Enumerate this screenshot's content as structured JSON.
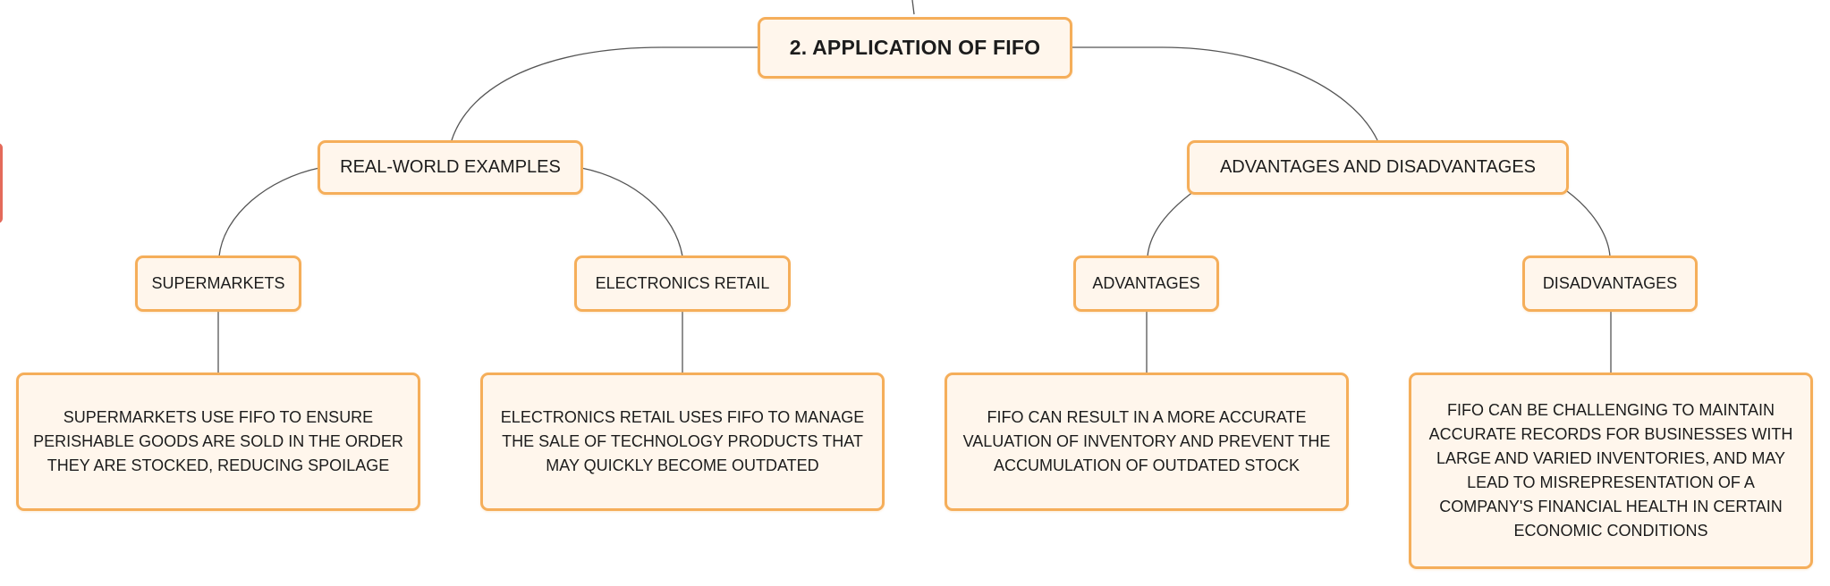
{
  "diagram": {
    "root": {
      "label": "2. APPLICATION OF FIFO"
    },
    "branches": [
      {
        "label": "REAL-WORLD EXAMPLES",
        "children": [
          {
            "label": "SUPERMARKETS",
            "detail": "SUPERMARKETS USE FIFO TO ENSURE PERISHABLE GOODS ARE SOLD IN THE ORDER THEY ARE STOCKED, REDUCING SPOILAGE"
          },
          {
            "label": "ELECTRONICS RETAIL",
            "detail": "ELECTRONICS RETAIL USES FIFO TO MANAGE THE SALE OF TECHNOLOGY PRODUCTS THAT MAY QUICKLY BECOME OUTDATED"
          }
        ]
      },
      {
        "label": "ADVANTAGES AND DISADVANTAGES",
        "children": [
          {
            "label": "ADVANTAGES",
            "detail": "FIFO CAN RESULT IN A MORE ACCURATE VALUATION OF INVENTORY AND PREVENT THE ACCUMULATION OF OUTDATED STOCK"
          },
          {
            "label": "DISADVANTAGES",
            "detail": "FIFO CAN BE CHALLENGING TO MAINTAIN ACCURATE RECORDS FOR BUSINESSES WITH LARGE AND VARIED INVENTORIES, AND MAY LEAD TO MISREPRESENTATION OF A COMPANY'S FINANCIAL HEALTH IN CERTAIN ECONOMIC CONDITIONS"
          }
        ]
      }
    ]
  },
  "colors": {
    "node_border": "#f5ae5a",
    "node_fill": "#fff6ec",
    "connector": "#555555",
    "side_tab_border": "#e46a5a",
    "text": "#1c1c1c"
  }
}
